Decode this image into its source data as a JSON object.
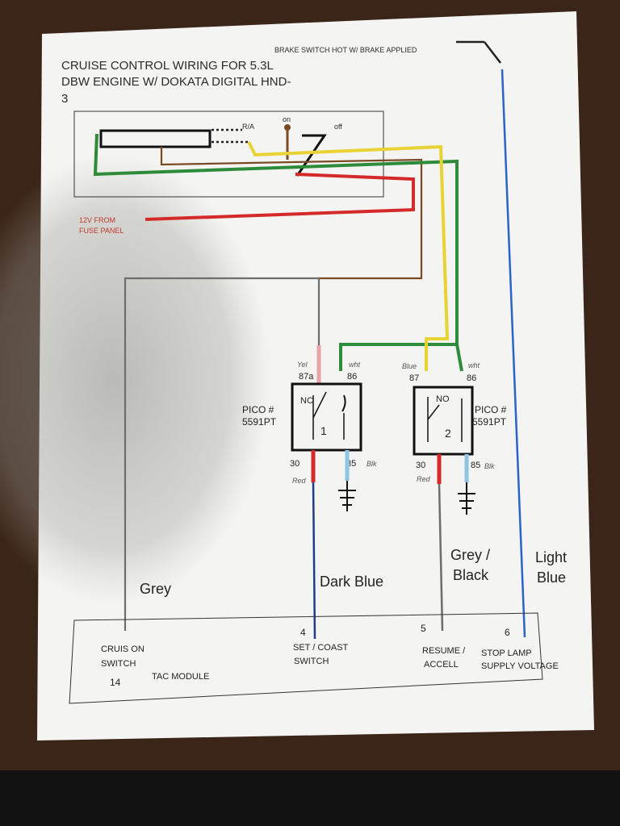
{
  "title_lines": [
    "CRUISE CONTROL WIRING FOR 5.3L",
    "DBW ENGINE W/ DOKATA DIGITAL HND-",
    "3"
  ],
  "brake_switch_label": "BRAKE SWITCH HOT W/ BRAKE APPLIED",
  "switch": {
    "ra_label": "R/A",
    "on_label": "on",
    "off_label": "off"
  },
  "fuse_label_lines": [
    "12V FROM",
    "FUSE PANEL"
  ],
  "relay1": {
    "pico_lines": [
      "PICO #",
      "5591PT"
    ],
    "type_label": "NC",
    "number": "1",
    "pin_87a": "87a",
    "pin_86": "86",
    "pin_30": "30",
    "pin_85": "85",
    "note_87a": "Yel",
    "note_86": "wht",
    "note_30": "Red",
    "note_85": "Blk"
  },
  "relay2": {
    "pico_lines": [
      "PICO #",
      "5591PT"
    ],
    "type_label": "NO",
    "number": "2",
    "pin_87": "87",
    "pin_86": "86",
    "pin_30": "30",
    "pin_85": "85",
    "note_87": "Blue",
    "note_86": "wht",
    "note_30": "Red",
    "note_85": "Blk"
  },
  "wire_labels": {
    "grey": "Grey",
    "dark_blue": "Dark Blue",
    "grey_black": [
      "Grey /",
      "Black"
    ],
    "light_blue": [
      "Light",
      "Blue"
    ]
  },
  "tac_module": {
    "title": "TAC MODULE",
    "pins": [
      {
        "number": "14",
        "label_lines": [
          "CRUIS ON",
          "SWITCH"
        ]
      },
      {
        "number": "4",
        "label_lines": [
          "SET / COAST",
          "SWITCH"
        ]
      },
      {
        "number": "5",
        "label_lines": [
          "RESUME /",
          "ACCELL"
        ]
      },
      {
        "number": "6",
        "label_lines": [
          "STOP LAMP",
          "SUPPLY VOLTAGE"
        ]
      }
    ]
  },
  "colors": {
    "red": "#d42a2a",
    "green": "#2e8b3a",
    "yellow": "#e8d234",
    "brown": "#7a4a24",
    "grey": "#6d6d6d",
    "dark_blue": "#1f3d8c",
    "light_blue": "#2a63c9",
    "pink": "#e8a3a8",
    "sky": "#8ec5e0",
    "paper": "#f4f4f2",
    "black": "#222222"
  }
}
